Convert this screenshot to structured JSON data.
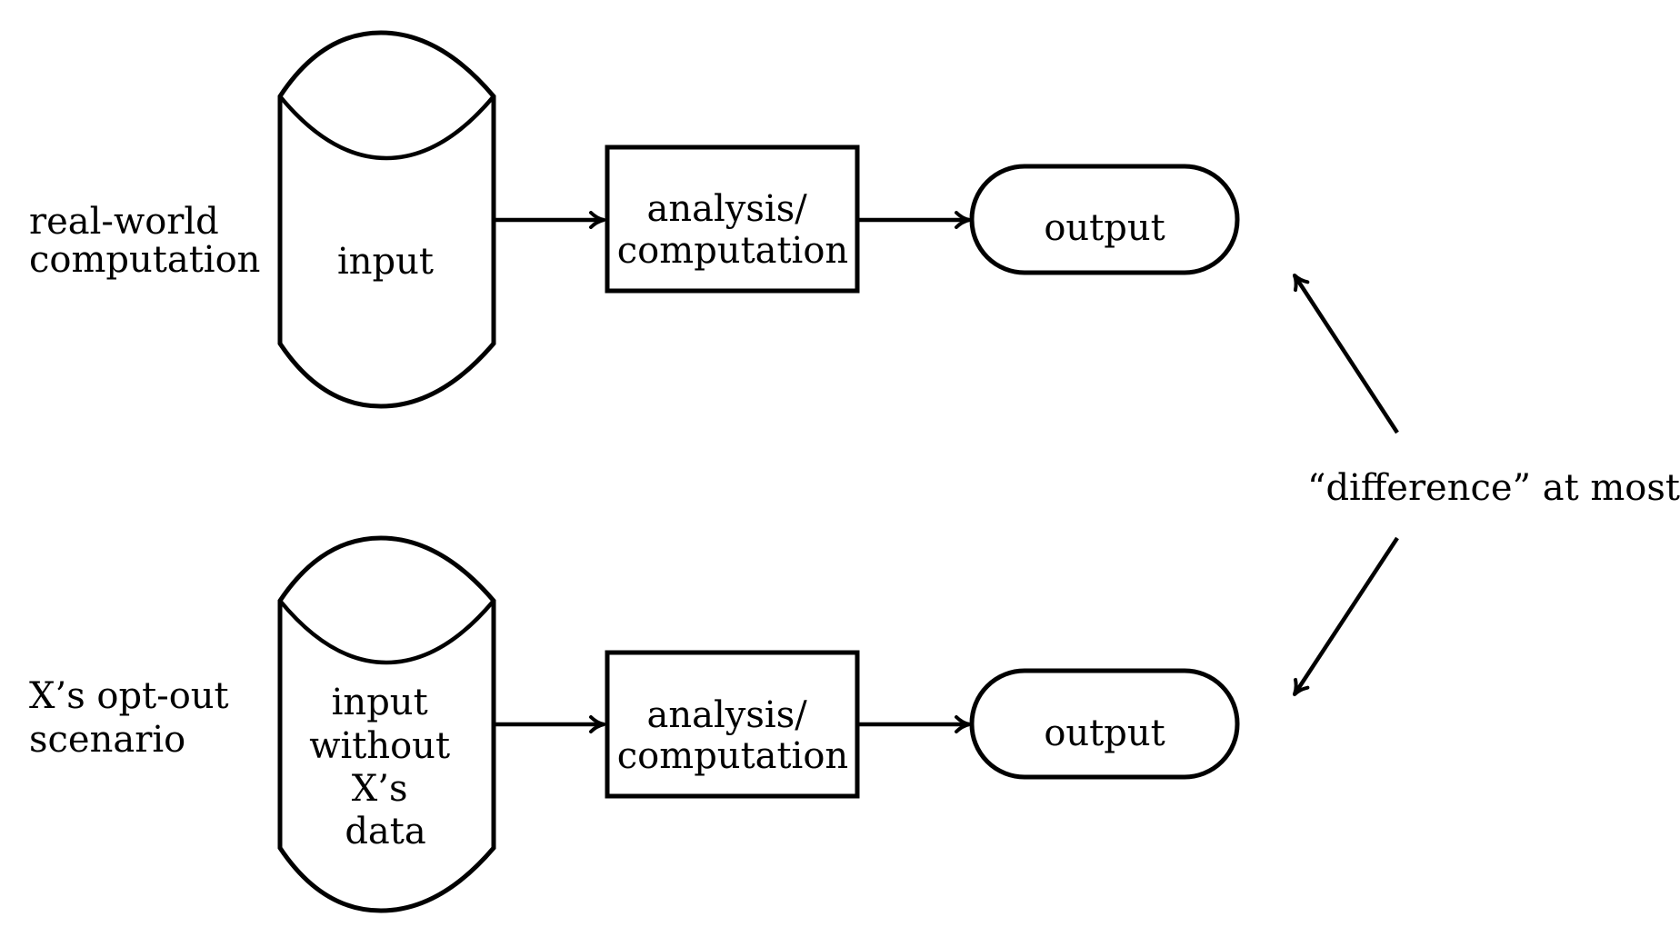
{
  "rows": {
    "top": {
      "scenario_label": [
        "real-world",
        "computation"
      ],
      "input_label": [
        "input"
      ],
      "process_label": [
        "analysis/",
        "computation"
      ],
      "output_label": "output"
    },
    "bottom": {
      "scenario_label": [
        "X’s opt-out",
        "scenario"
      ],
      "input_label": [
        "input",
        "without",
        "X’s",
        "data"
      ],
      "process_label": [
        "analysis/",
        "computation"
      ],
      "output_label": "output"
    }
  },
  "comparison": {
    "label": "“difference” at most ϵ"
  }
}
